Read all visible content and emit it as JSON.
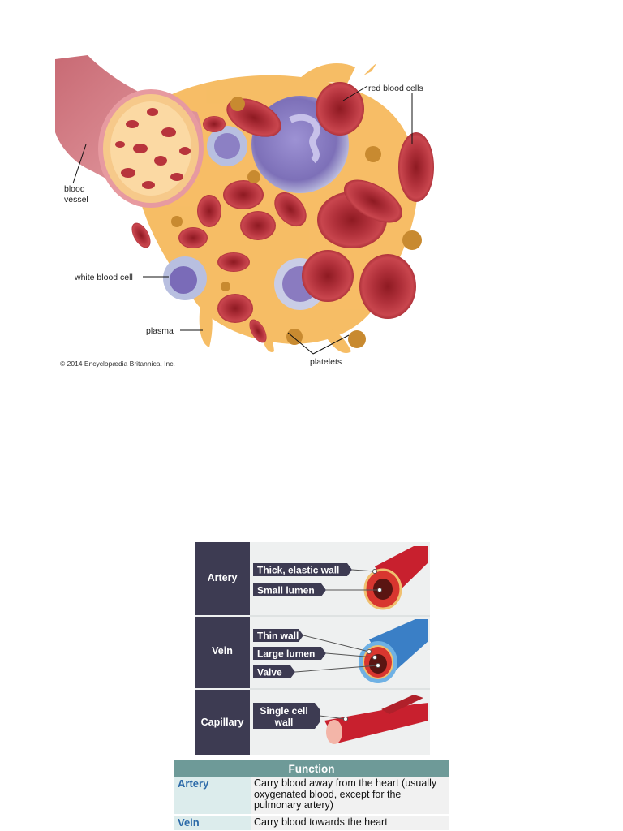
{
  "blood_figure": {
    "labels": {
      "red_blood_cells": "red blood cells",
      "blood_vessel_line1": "blood",
      "blood_vessel_line2": "vessel",
      "white_blood_cell": "white blood cell",
      "plasma": "plasma",
      "platelets": "platelets"
    },
    "copyright": "© 2014 Encyclopædia Britannica, Inc.",
    "colors": {
      "rbc": "#b52a32",
      "plasma": "#f5b45a",
      "vessel": "#d9828a",
      "wbc": "#8a7bc0"
    }
  },
  "vessel_figure": {
    "rows": [
      {
        "name": "Artery",
        "tags": [
          "Thick, elastic wall",
          "Small lumen"
        ]
      },
      {
        "name": "Vein",
        "tags": [
          "Thin wall",
          "Large lumen",
          "Valve"
        ]
      },
      {
        "name": "Capillary",
        "tags": [
          "Single cell",
          "wall"
        ]
      }
    ],
    "colors": {
      "label_bg": "#3d3b52",
      "artery": "#c8202e",
      "vein": "#3a7fc6"
    }
  },
  "function_table": {
    "header": "Function",
    "rows": [
      {
        "vessel": "Artery",
        "function": "Carry blood away from the heart (usually oxygenated blood, except for the pulmonary artery)"
      },
      {
        "vessel": "Vein",
        "function": "Carry blood towards the heart"
      }
    ]
  }
}
